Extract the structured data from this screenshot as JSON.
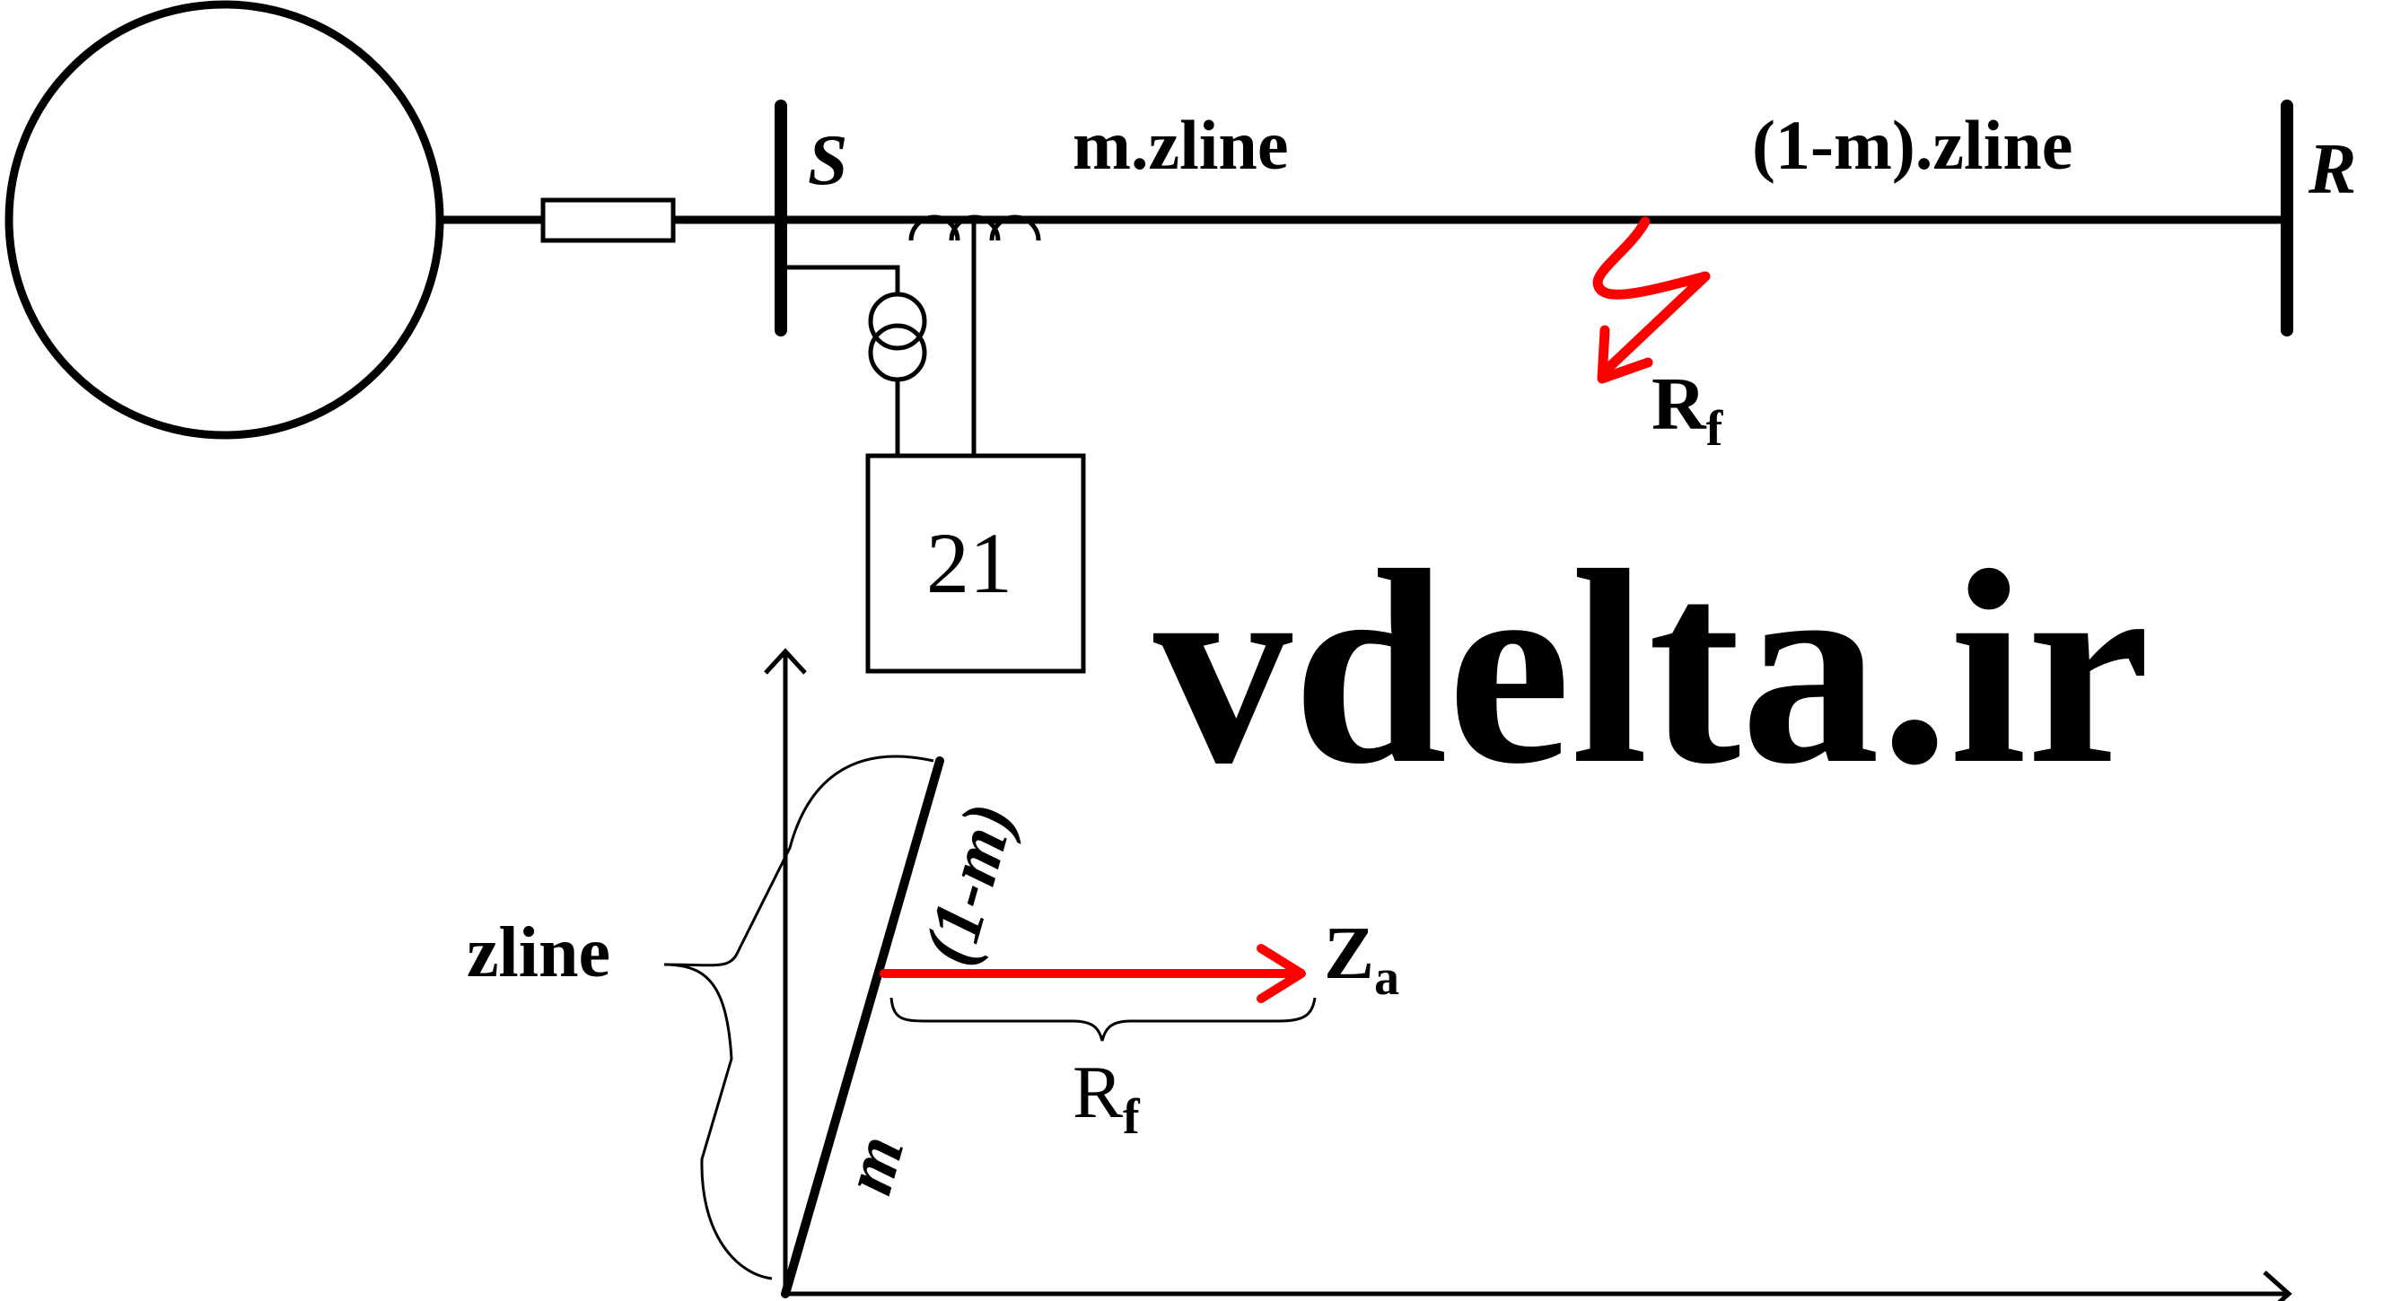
{
  "labels": {
    "bus_s": "S",
    "bus_r": "R",
    "seg_near": "m.zline",
    "seg_far": "(1-m).zline",
    "fault_r": "R",
    "fault_r_sub": "f",
    "relay": "21",
    "watermark": "vdelta.ir",
    "zline": "zline",
    "seg_far_frac": "(1-m)",
    "seg_near_frac": "m",
    "za": "Z",
    "za_sub": "a",
    "rf": "R",
    "rf_sub": "f"
  },
  "colors": {
    "line": "#000000",
    "fault": "#ff0000"
  }
}
